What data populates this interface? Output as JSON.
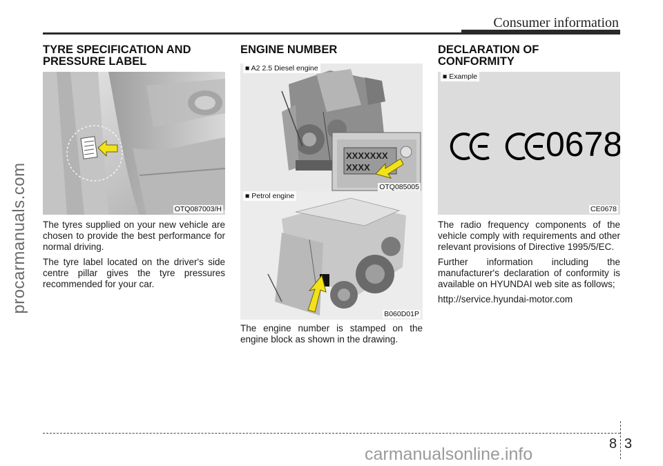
{
  "header": {
    "title": "Consumer information"
  },
  "watermarks": {
    "left": "procarmanuals.com",
    "bottom": "carmanualsonline.info"
  },
  "sections": {
    "tyre": {
      "title_line1": "TYRE SPECIFICATION AND",
      "title_line2": "PRESSURE LABEL",
      "figure_caption": "OTQ087003/H",
      "paragraphs": [
        "The tyres supplied on your new vehicle are chosen to provide the best performance for normal driving.",
        "The tyre label located on the driver's side centre pillar gives the tyre pressures recommended for your car."
      ]
    },
    "engine": {
      "title": "ENGINE NUMBER",
      "figure1_label": "■ A2 2.5 Diesel engine",
      "figure1_caption": "OTQ085005",
      "figure1_stamp_line1": "XXXXXXX",
      "figure1_stamp_line2": "XXXX",
      "figure2_label": "■ Petrol engine",
      "figure2_caption": "B060D01P",
      "paragraphs": [
        "The engine number is stamped on the engine block as shown in the drawing."
      ]
    },
    "conformity": {
      "title_line1": "DECLARATION OF",
      "title_line2": "CONFORMITY",
      "figure_label": "■ Example",
      "figure_caption": "CE0678",
      "ce_mark_number": "0678",
      "paragraphs": [
        "The radio frequency components of the vehicle comply with requirements and other relevant provisions of Directive 1995/5/EC.",
        "Further information including the manufacturer's declaration of conformity is available on HYUNDAI web site as follows;",
        "http://service.hyundai-motor.com"
      ]
    }
  },
  "footer": {
    "chapter": "8",
    "page": "3"
  },
  "colors": {
    "arrow": "#f3e21a",
    "figure_bg": "#d9d9d9",
    "rule": "#2a2a2a"
  }
}
